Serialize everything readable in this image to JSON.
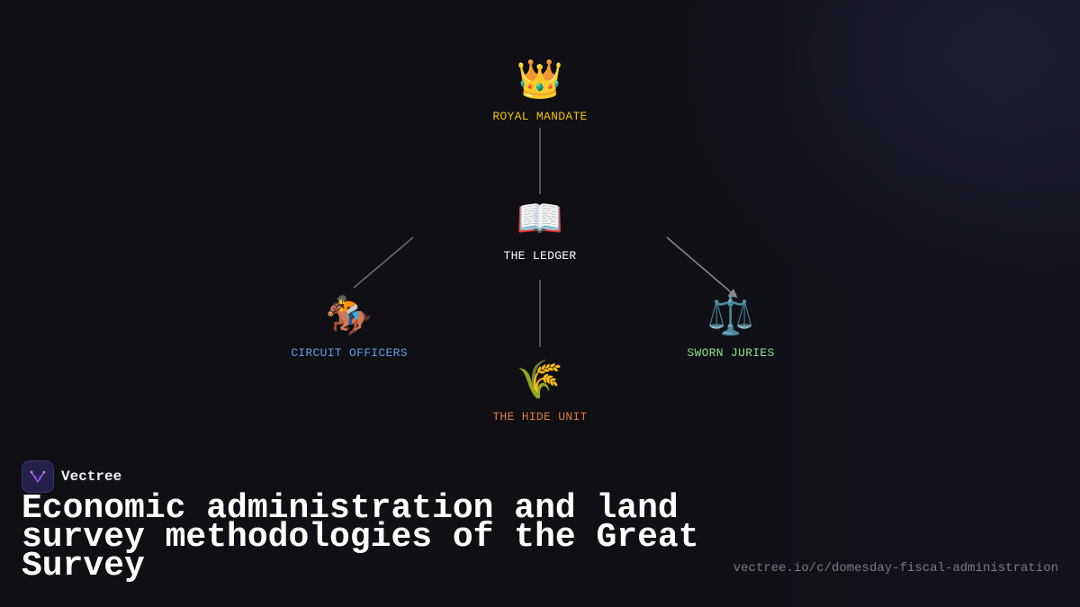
{
  "nodes": [
    {
      "id": "royal",
      "emoji": "👑",
      "label": "ROYAL MANDATE",
      "color": "#f0c400"
    },
    {
      "id": "ledger",
      "emoji": "📖",
      "label": "THE LEDGER",
      "color": "#ffffff"
    },
    {
      "id": "circuit",
      "emoji": "🏇",
      "label": "CIRCUIT OFFICERS",
      "color": "#6f98e8"
    },
    {
      "id": "hide",
      "emoji": "🌾",
      "label": "THE HIDE UNIT",
      "color": "#e07a3c"
    },
    {
      "id": "juries",
      "emoji": "⚖️",
      "label": "SWORN JURIES",
      "color": "#8ee08e"
    }
  ],
  "edges": [
    {
      "from": "royal",
      "to": "ledger",
      "arrow": false
    },
    {
      "from": "ledger",
      "to": "circuit",
      "arrow": false
    },
    {
      "from": "ledger",
      "to": "hide",
      "arrow": false
    },
    {
      "from": "ledger",
      "to": "juries",
      "arrow": true
    }
  ],
  "brand": {
    "name": "Vectree",
    "logo_icon": "vectree-logo-icon"
  },
  "title": "Economic administration and land survey methodologies of the Great Survey",
  "url": "vectree.io/c/domesday-fiscal-administration"
}
